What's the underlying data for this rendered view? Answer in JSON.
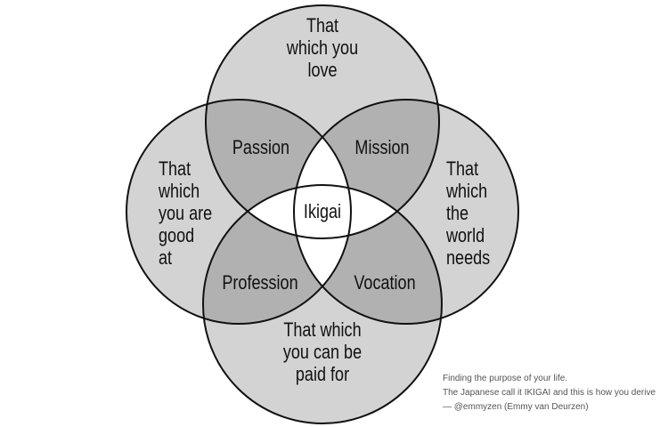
{
  "diagram": {
    "title": "Ikigai",
    "circles": {
      "top": [
        "That",
        "which you",
        "love"
      ],
      "left": [
        "That",
        "which",
        "you are",
        "good",
        "at"
      ],
      "right": [
        "That",
        "which",
        "the",
        "world",
        "needs"
      ],
      "bottom": [
        "That which",
        "you can be",
        "paid for"
      ]
    },
    "overlaps": {
      "passion": "Passion",
      "mission": "Mission",
      "profession": "Profession",
      "vocation": "Vocation",
      "center": "Ikigai"
    },
    "colors": {
      "single": "#d3d3d3",
      "double": "#b1b1b1",
      "center": "#ffffff",
      "stroke": "#111111"
    }
  },
  "caption": {
    "line1": "Finding the purpose of your life.",
    "line2": "The Japanese call it IKIGAI and this is how you derive",
    "line3": "— @emmyzen (Emmy van Deurzen)"
  }
}
